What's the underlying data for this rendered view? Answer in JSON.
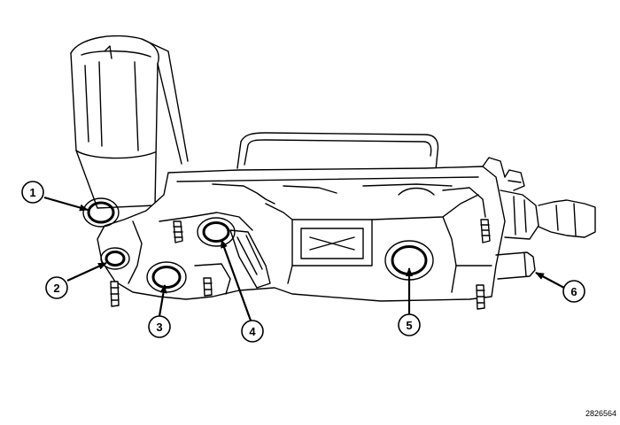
{
  "figure": {
    "id_label": "2826564",
    "colors": {
      "line": "#000000",
      "background": "#ffffff"
    }
  },
  "callouts": [
    {
      "number": "1"
    },
    {
      "number": "2"
    },
    {
      "number": "3"
    },
    {
      "number": "4"
    },
    {
      "number": "5"
    },
    {
      "number": "6"
    }
  ]
}
